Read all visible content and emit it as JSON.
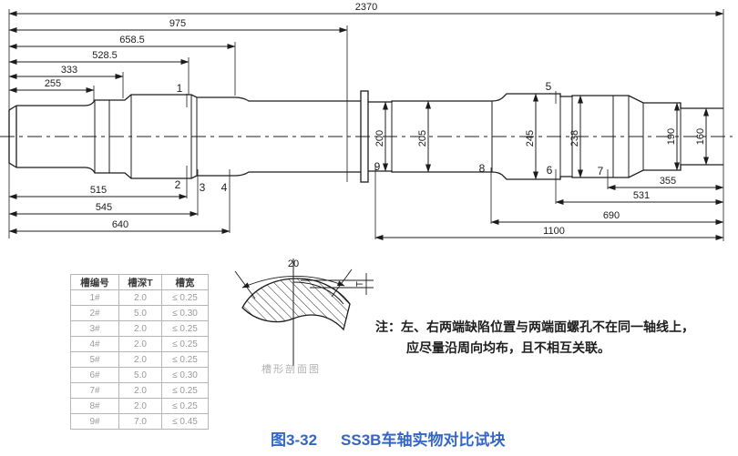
{
  "drawing": {
    "top_dims": [
      "2370",
      "975",
      "658.5",
      "528.5",
      "333",
      "255"
    ],
    "bottom_left_dims": [
      "515",
      "545",
      "640"
    ],
    "bottom_right_dims": [
      "355",
      "531",
      "690",
      "1100"
    ],
    "diameter_dims": [
      "200",
      "205",
      "245",
      "238",
      "190",
      "160"
    ],
    "point_labels": [
      "1",
      "2",
      "3",
      "4",
      "5",
      "6",
      "7",
      "8",
      "9"
    ]
  },
  "table": {
    "headers": [
      "槽编号",
      "槽深T",
      "槽宽"
    ],
    "rows": [
      [
        "1#",
        "2.0",
        "≤ 0.25"
      ],
      [
        "2#",
        "5.0",
        "≤ 0.30"
      ],
      [
        "3#",
        "2.0",
        "≤ 0.25"
      ],
      [
        "4#",
        "2.0",
        "≤ 0.25"
      ],
      [
        "5#",
        "2.0",
        "≤ 0.25"
      ],
      [
        "6#",
        "5.0",
        "≤ 0.30"
      ],
      [
        "7#",
        "2.0",
        "≤ 0.25"
      ],
      [
        "8#",
        "2.0",
        "≤ 0.25"
      ],
      [
        "9#",
        "7.0",
        "≤ 0.45"
      ]
    ]
  },
  "cross_section": {
    "arc_width_dim": "20",
    "depth_label": "T",
    "caption": "槽形剖面图"
  },
  "note": {
    "line1": "注：左、右两端缺陷位置与两端面螺孔不在同一轴线上，",
    "line2": "应尽量沿周向均布，且不相互关联。"
  },
  "figure_caption": {
    "number": "图3-32",
    "title": "SS3B车轴实物对比试块"
  },
  "colors": {
    "caption_blue": "#3366c5",
    "drawing_line": "#1c1c1c",
    "table_value_gray": "#9a9a9a"
  }
}
